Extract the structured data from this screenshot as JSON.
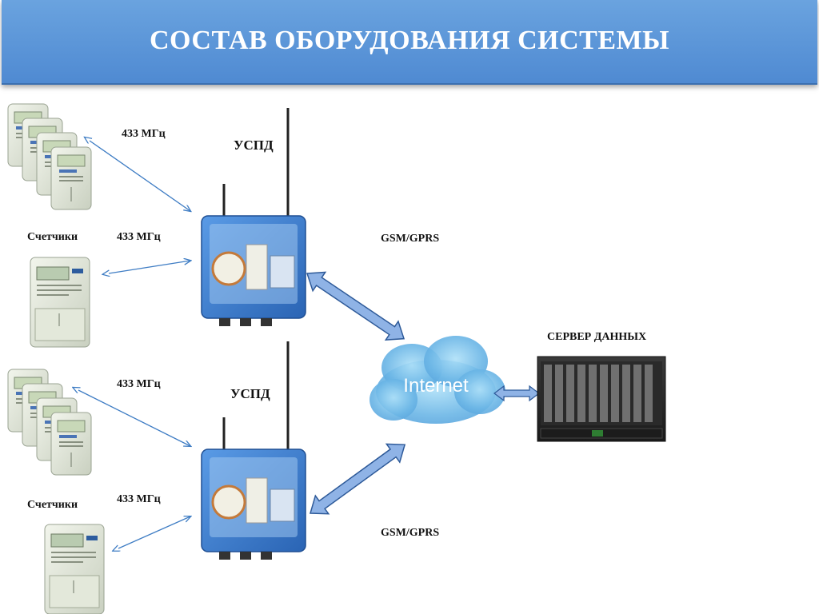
{
  "title": "СОСТАВ ОБОРУДОВАНИЯ СИСТЕМЫ",
  "colors": {
    "banner": "#5b95d8",
    "arrow_thin": "#3f7dc4",
    "arrow_thick": "#8fb3e6",
    "cloud": "#7fc0ea",
    "uspd_box": "#3d7fd0"
  },
  "groups": [
    {
      "meters_label": "Счетчики",
      "radio_top": "433 МГц",
      "radio_bottom": "433 МГц",
      "uspd_label": "УСПД",
      "link_label": "GSM/GPRS"
    },
    {
      "meters_label": "Счетчики",
      "radio_top": "433 МГц",
      "radio_bottom": "433 МГц",
      "uspd_label": "УСПД",
      "link_label": "GSM/GPRS"
    }
  ],
  "cloud": {
    "label": "Internet",
    "icon": "cloud-icon"
  },
  "server": {
    "label": "СЕРВЕР ДАННЫХ",
    "icon": "server-rack-icon"
  }
}
